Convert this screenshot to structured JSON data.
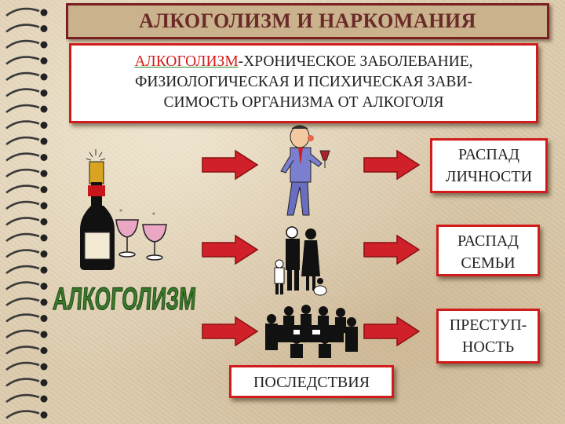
{
  "slide": {
    "title": "АЛКОГОЛИЗМ И НАРКОМАНИЯ",
    "definition": {
      "term": "АЛКОГОЛИЗМ",
      "line1_rest": "-ХРОНИЧЕСКОЕ ЗАБОЛЕВАНИЕ,",
      "line2": "ФИЗИОЛОГИЧЕСКАЯ И ПСИХИЧЕСКАЯ ЗАВИ-",
      "line3": "СИМОСТЬ ОРГАНИЗМА ОТ АЛКОГОЛЯ"
    },
    "word_art": "АЛКОГОЛИЗМ",
    "consequences_label": "ПОСЛЕДСТВИЯ",
    "results": [
      {
        "line1": "РАСПАД",
        "line2": "ЛИЧНОСТИ"
      },
      {
        "line1": "РАСПАД",
        "line2": "СЕМЬИ"
      },
      {
        "line1": "ПРЕСТУП-",
        "line2": "НОСТЬ"
      }
    ],
    "colors": {
      "accent_red": "#d21c1c",
      "title_text": "#6b2a2a",
      "arrow_red": "#d0202a",
      "term_underline": "#2a8a2a"
    },
    "icons": [
      "spiral-binding",
      "champagne-bottle-icon",
      "wine-glasses-icon",
      "drunk-man-icon",
      "family-icon",
      "group-meeting-icon",
      "arrow-right-icon"
    ]
  }
}
